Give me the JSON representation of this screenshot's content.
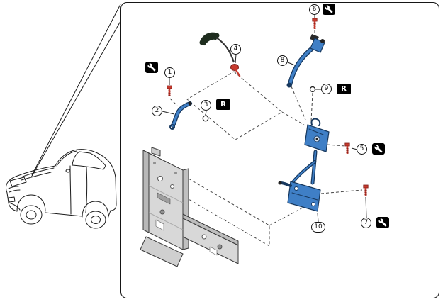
{
  "figure": {
    "callouts": [
      {
        "label": "1"
      },
      {
        "label": "2"
      },
      {
        "label": "3"
      },
      {
        "label": "4"
      },
      {
        "label": "5"
      },
      {
        "label": "6"
      },
      {
        "label": "7"
      },
      {
        "label": "8"
      },
      {
        "label": "9"
      },
      {
        "label": "10"
      }
    ],
    "reuse_markers": [
      {
        "label": "R"
      },
      {
        "label": "R"
      }
    ],
    "service_icons": [
      {
        "name": "wrench-icon",
        "near_callout": "1"
      },
      {
        "name": "wrench-icon",
        "near_callout": "6"
      },
      {
        "name": "wrench-icon",
        "near_callout": "5"
      },
      {
        "name": "wrench-icon",
        "near_callout": "7"
      }
    ],
    "colors": {
      "part_blue": "#3f7fc6",
      "part_blue_dark": "#17385e",
      "fastener_red": "#c63a2e",
      "bracket_gray": "#d8d8d8",
      "marker_black": "#000000"
    }
  }
}
